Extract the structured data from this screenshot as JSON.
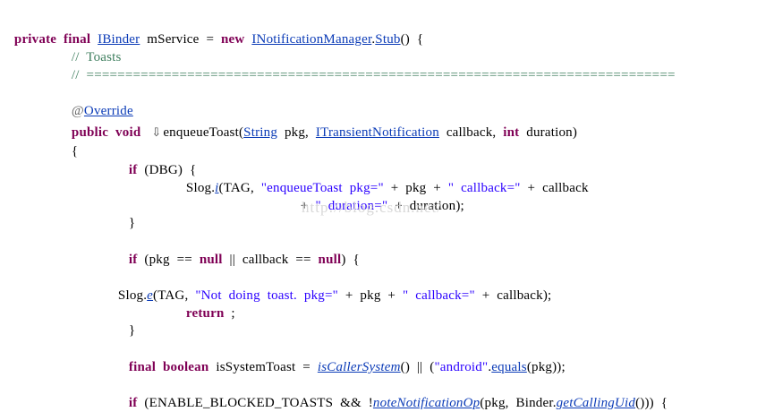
{
  "code": {
    "l1": {
      "private": "private",
      "final": "final",
      "type": "IBinder",
      "name": "mService",
      "eq": "=",
      "new": "new",
      "cls": "INotificationManager",
      "dot": ".",
      "stub": "Stub",
      "paren": "()",
      "brace": "{"
    },
    "l2": {
      "comment": "//  Toasts"
    },
    "l3": {
      "comment": "//  ============================================================================"
    },
    "l4": {
      "at": "@",
      "ann": "Override"
    },
    "l5": {
      "public": "public",
      "void": "void",
      "method": "enqueueToast",
      "open": "(",
      "t1": "String",
      "p1": "pkg,",
      "t2": "ITransientNotification",
      "p2": "callback,",
      "int": "int",
      "p3": "duration)"
    },
    "l6": {
      "brace": "{"
    },
    "l7": {
      "if": "if",
      "cond": "(DBG)",
      "brace": "{"
    },
    "l8": {
      "slog": "Slog.",
      "i": "i",
      "args1": "(TAG,",
      "s1": "\"enqueueToast  pkg=\"",
      "plus1": "+  pkg  +",
      "s2": "\"  callback=\"",
      "plus2": "+  callback"
    },
    "l9": {
      "plus": "+",
      "s": "\"  duration=\"",
      "rest": "+  duration);"
    },
    "l10": {
      "brace": "}"
    },
    "l11": {
      "if": "if",
      "open": "(pkg  ==",
      "null1": "null",
      "or": "||  callback  ==",
      "null2": "null",
      "close": ")  {"
    },
    "l12": {
      "slog": "Slog.",
      "e": "e",
      "args": "(TAG,",
      "s1": "\"Not  doing  toast.  pkg=\"",
      "plus1": "+  pkg  +",
      "s2": "\"  callback=\"",
      "rest": "+  callback);"
    },
    "l13": {
      "ret": "return",
      "semi": ";"
    },
    "l14": {
      "brace": "}"
    },
    "l15": {
      "final": "final",
      "boolean": "boolean",
      "var": "isSystemToast  =",
      "call": "isCallerSystem",
      "mid": "()  ||  (",
      "s": "\"android\"",
      "dot": ".",
      "equals": "equals",
      "rest": "(pkg));"
    },
    "l16": {
      "if": "if",
      "open": "(ENABLE_BLOCKED_TOASTS  &&  !",
      "call": "noteNotificationOp",
      "mid": "(pkg,  Binder.",
      "call2": "getCallingUid",
      "rest": "()))  {"
    }
  },
  "watermark": "http://blog.csdn.net/"
}
